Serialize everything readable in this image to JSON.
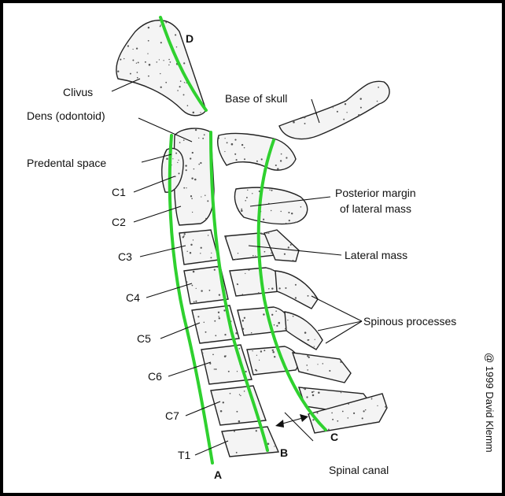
{
  "labels": {
    "clivus": "Clivus",
    "base_of_skull": "Base of skull",
    "dens": "Dens (odontoid)",
    "predental_space": "Predental space",
    "c1": "C1",
    "c2": "C2",
    "c3": "C3",
    "c4": "C4",
    "c5": "C5",
    "c6": "C6",
    "c7": "C7",
    "t1": "T1",
    "posterior_margin_line1": "Posterior margin",
    "posterior_margin_line2": "of lateral mass",
    "lateral_mass": "Lateral mass",
    "spinous_processes": "Spinous processes",
    "spinal_canal": "Spinal canal"
  },
  "line_letters": {
    "a": "A",
    "b": "B",
    "c": "C",
    "d": "D"
  },
  "copyright": "@ 1999 David Klemm",
  "colors": {
    "guide_line": "#2fd12f",
    "outline": "#222222",
    "border": "#000000"
  }
}
